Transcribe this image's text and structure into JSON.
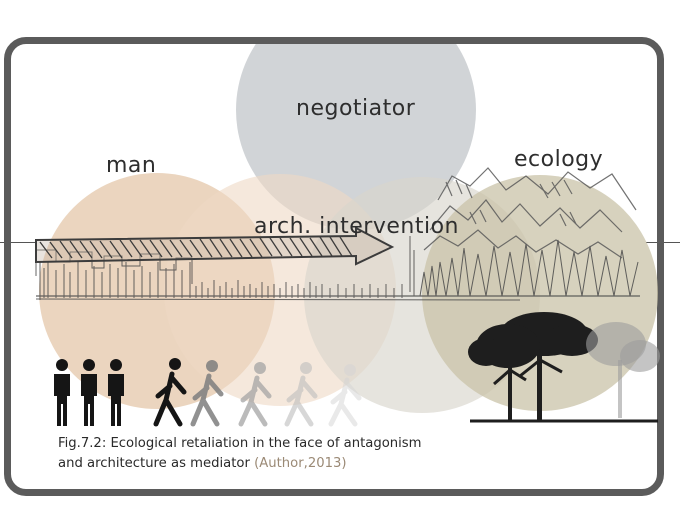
{
  "labels": {
    "negotiator": "negotiator",
    "man": "man",
    "ecology": "ecology",
    "intervention": "arch. intervention"
  },
  "caption": {
    "line1": "Fig.7.2: Ecological retaliation in the face of antagonism",
    "line2_main": "and architecture as mediator",
    "line2_cite": "(Author,2013)"
  },
  "colors": {
    "frame": "#5b5b5b",
    "negotiator_circle": "#c9ccd0",
    "man_circle": "#e3c5a6",
    "intervention_circle": "#eed9c4",
    "middle_circle": "#d9d6cc",
    "ecology_circle": "#c9c3a8",
    "citation": "#9b8a76"
  },
  "icons": [
    "walking-person-icon",
    "standing-person-icon",
    "tree-icon",
    "arrow-icon"
  ]
}
